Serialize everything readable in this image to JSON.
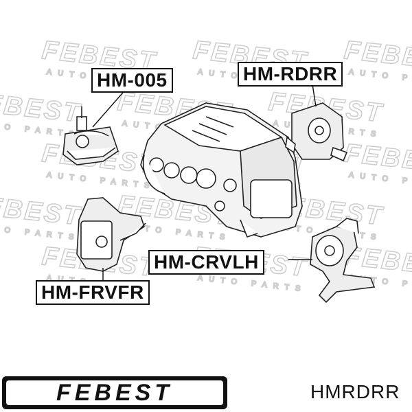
{
  "watermark": {
    "word": "FEBEST",
    "tagline": "AUTO PARTS"
  },
  "parts": {
    "hm005": "HM-005",
    "rdrr": "HM-RDRR",
    "crvlh": "HM-CRVLH",
    "frvfr": "HM-FRVFR"
  },
  "brand": {
    "logo_text": "FEBEST",
    "code": "HMRDRR"
  },
  "colors": {
    "ink": "#111111",
    "watermark": "#cfcfcf",
    "background": "#ffffff"
  }
}
